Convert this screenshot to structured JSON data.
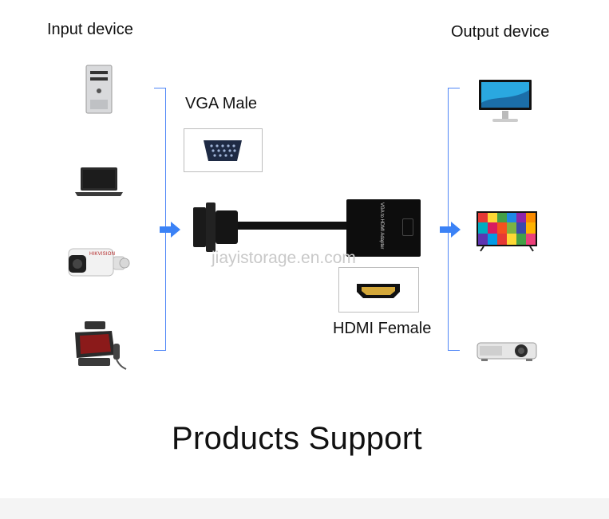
{
  "input_device_label": "Input device",
  "output_device_label": "Output device",
  "vga_label": "VGA Male",
  "hdmi_label": "HDMI Female",
  "adapter_text": "VGA to HDMI Adapter",
  "watermark": "jiayistorage.en.com",
  "camera_brand": "HIKVISION",
  "title": "Products Support",
  "input_devices": [
    "desktop-tower-icon",
    "laptop-icon",
    "cctv-camera-icon",
    "pos-terminal-icon"
  ],
  "output_devices": [
    "monitor-icon",
    "tv-icon",
    "projector-icon"
  ],
  "colors": {
    "accent_blue": "#4f86f7",
    "bracket_blue": "#4f86f7"
  }
}
